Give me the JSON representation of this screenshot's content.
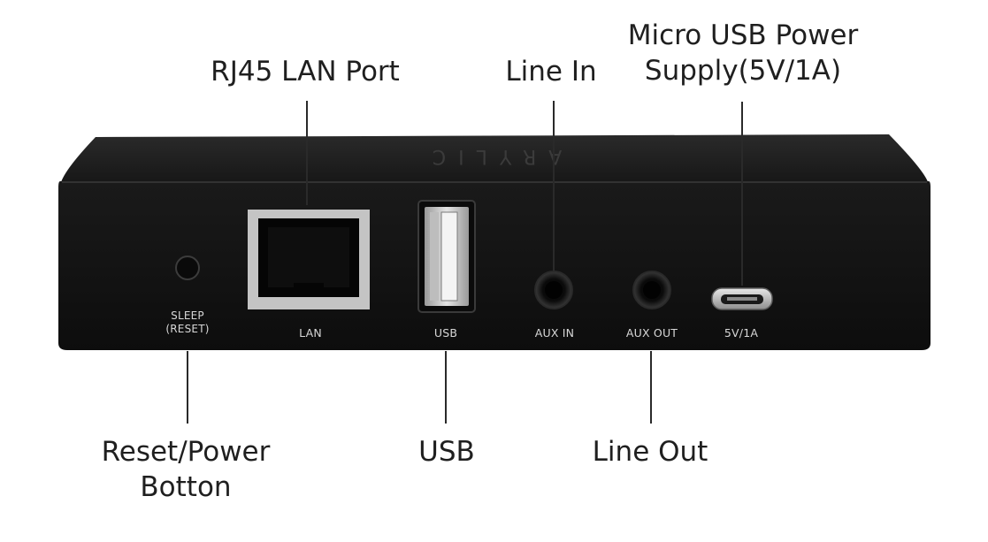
{
  "device": {
    "brand_text": "ARYLIC",
    "ports": [
      {
        "id": "sleep",
        "label": "SLEEP\n(RESET)"
      },
      {
        "id": "lan",
        "label": "LAN"
      },
      {
        "id": "usb",
        "label": "USB"
      },
      {
        "id": "aux_in",
        "label": "AUX IN"
      },
      {
        "id": "aux_out",
        "label": "AUX OUT"
      },
      {
        "id": "power",
        "label": "5V/1A"
      }
    ]
  },
  "callouts": {
    "rj45": "RJ45 LAN Port",
    "line_in": "Line In",
    "micro_usb_line1": "Micro USB Power",
    "micro_usb_line2": "Supply(5V/1A)",
    "reset_line1": "Reset/Power",
    "reset_line2": "Botton",
    "usb": "USB",
    "line_out": "Line Out"
  },
  "colors": {
    "body_front": "#141414",
    "body_top": "#1d1d1d",
    "port_silver": "#c9c9c9",
    "leader_line": "#2a2a2a"
  }
}
